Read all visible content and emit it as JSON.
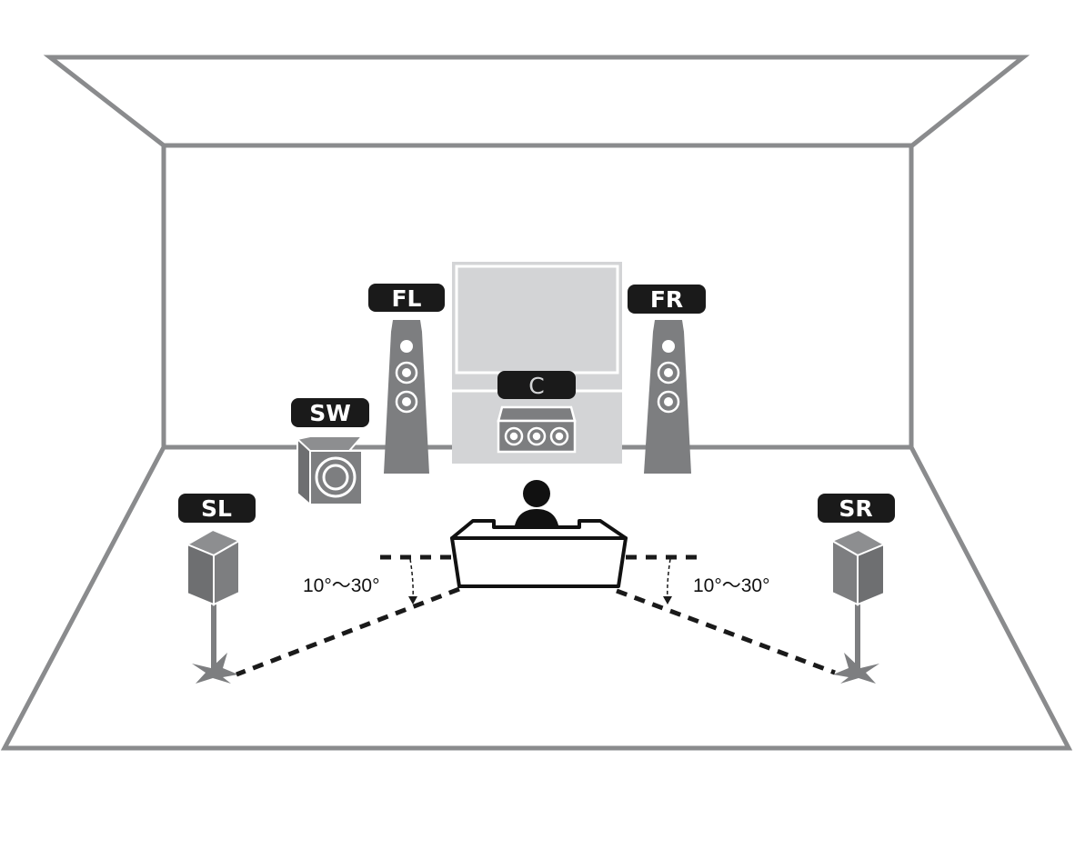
{
  "labels": {
    "fl": "FL",
    "fr": "FR",
    "c": "C",
    "sw": "SW",
    "sl": "SL",
    "sr": "SR"
  },
  "angles": {
    "left": "10°～30°",
    "right": "10°～30°"
  },
  "colors": {
    "wall": "#8a8b8d",
    "speaker": "#7d7e80",
    "screen": "#d3d4d6",
    "label_bg": "#1a1a1a",
    "dashed": "#1a1a1a"
  }
}
